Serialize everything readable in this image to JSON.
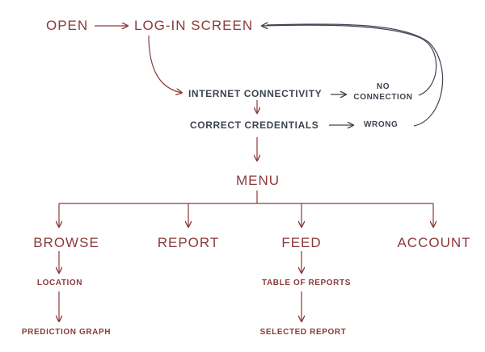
{
  "nodes": {
    "open": "OPEN",
    "login": "LOG-IN SCREEN",
    "internet": "INTERNET CONNECTIVITY",
    "no_connection_1": "NO",
    "no_connection_2": "CONNECTION",
    "credentials": "CORRECT CREDENTIALS",
    "wrong": "WRONG",
    "menu": "MENU",
    "browse": "BROWSE",
    "report": "REPORT",
    "feed": "FEED",
    "account": "ACCOUNT",
    "location": "LOCATION",
    "prediction_graph": "PREDICTION GRAPH",
    "table_of_reports": "TABLE OF REPORTS",
    "selected_report": "SELECTED REPORT"
  },
  "colors": {
    "accent": "#8b3a3a",
    "dark": "#3d4450"
  }
}
